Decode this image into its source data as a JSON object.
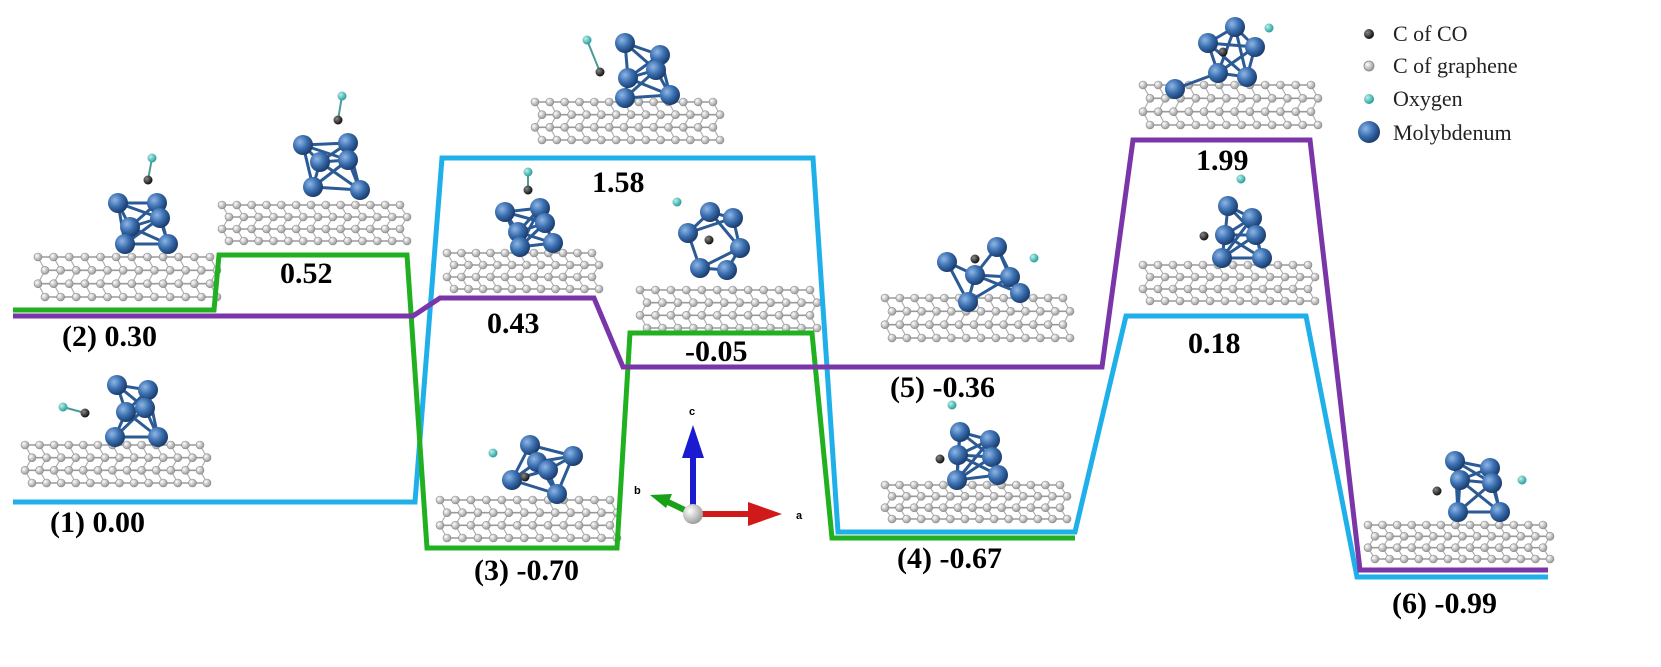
{
  "legend": [
    {
      "label": "C of CO",
      "color": "#333333",
      "kind": "small-dark"
    },
    {
      "label": "C of graphene",
      "color": "#b0b0b0",
      "kind": "small-gray"
    },
    {
      "label": "Oxygen",
      "color": "#3fb6b2",
      "kind": "small-teal"
    },
    {
      "label": "Molybdenum",
      "color": "#3a6fb0",
      "kind": "large-blue"
    }
  ],
  "energy_labels": {
    "l1": "(1) 0.00",
    "l2": "(2) 0.30",
    "l052": "0.52",
    "l158": "1.58",
    "l043": "0.43",
    "l3": "(3) -0.70",
    "lm005": "-0.05",
    "l5": "(5) -0.36",
    "l4": "(4) -0.67",
    "l199": "1.99",
    "l018": "0.18",
    "l6": "(6) -0.99"
  },
  "axes": {
    "a": "a",
    "b": "b",
    "c": "c"
  },
  "path_colors": {
    "green": "#20b020",
    "purple": "#7a35a8",
    "blue": "#1fb0ea"
  }
}
